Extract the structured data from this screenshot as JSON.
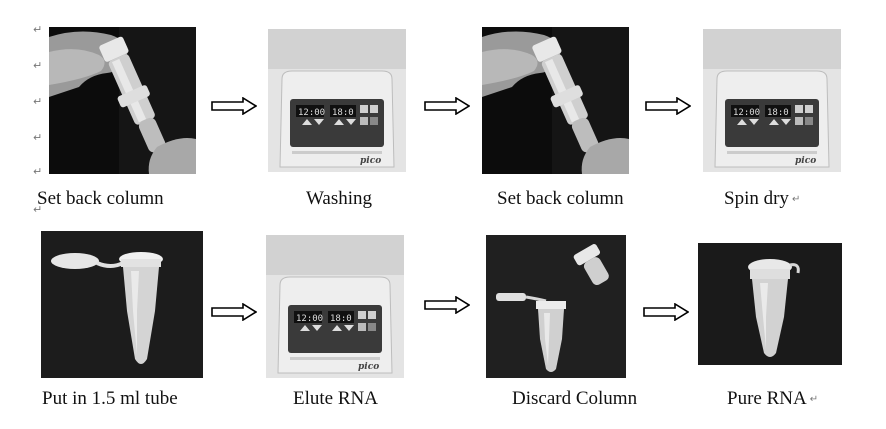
{
  "paragraph_mark": "↵",
  "top_row": [
    {
      "caption": "Set back column",
      "image": "hand-holding-column"
    },
    {
      "caption": "Washing",
      "image": "centrifuge"
    },
    {
      "caption": "Set back column",
      "image": "hand-holding-column"
    },
    {
      "caption": "Spin dry",
      "image": "centrifuge"
    }
  ],
  "bottom_row": [
    {
      "caption": "Put in 1.5 ml tube",
      "image": "open-tube"
    },
    {
      "caption": "Elute RNA",
      "image": "centrifuge"
    },
    {
      "caption": "Discard Column",
      "image": "tube-and-column"
    },
    {
      "caption": "Pure RNA",
      "image": "closed-tube"
    }
  ],
  "centrifuge_display": [
    "12:00",
    "18:0"
  ],
  "centrifuge_brand": "pico",
  "arrow_icon": "right-hollow-arrow-icon",
  "colors": {
    "arrow_stroke": "#000000",
    "photo_dark": "#1a1a1a",
    "photo_light": "#d8d8d8"
  }
}
